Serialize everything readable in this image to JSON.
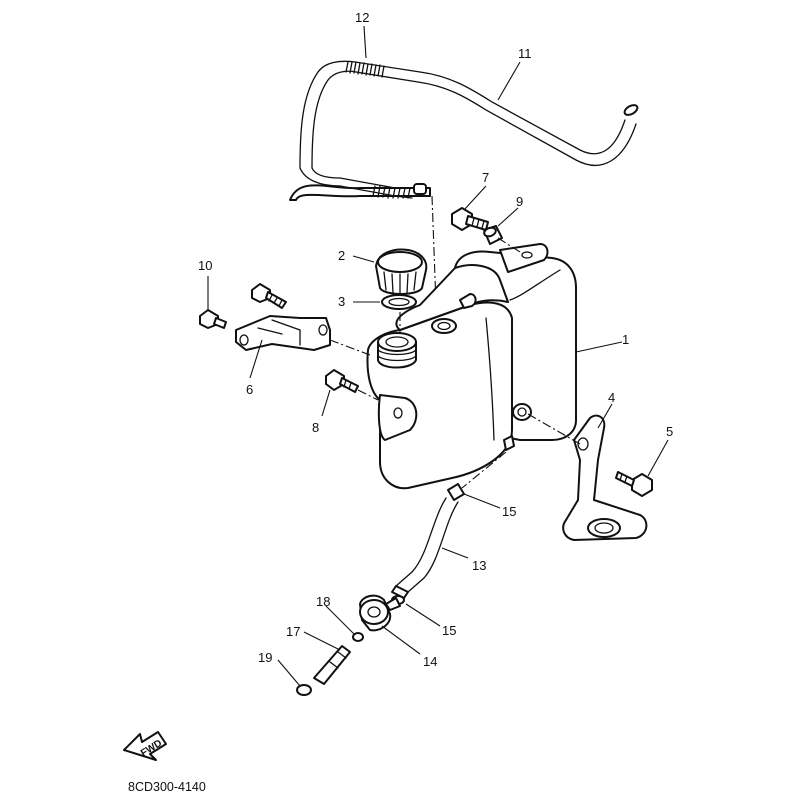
{
  "diagram": {
    "code": "8CD300-4140",
    "fwd_label": "FWD",
    "callouts": [
      {
        "id": "1",
        "label": "1"
      },
      {
        "id": "2",
        "label": "2"
      },
      {
        "id": "3",
        "label": "3"
      },
      {
        "id": "4",
        "label": "4"
      },
      {
        "id": "5",
        "label": "5"
      },
      {
        "id": "6",
        "label": "6"
      },
      {
        "id": "7",
        "label": "7"
      },
      {
        "id": "8",
        "label": "8"
      },
      {
        "id": "9",
        "label": "9"
      },
      {
        "id": "10",
        "label": "10"
      },
      {
        "id": "11",
        "label": "11"
      },
      {
        "id": "12",
        "label": "12"
      },
      {
        "id": "13",
        "label": "13"
      },
      {
        "id": "14",
        "label": "14"
      },
      {
        "id": "15a",
        "label": "15"
      },
      {
        "id": "15b",
        "label": "15"
      },
      {
        "id": "17",
        "label": "17"
      },
      {
        "id": "18",
        "label": "18"
      },
      {
        "id": "19",
        "label": "19"
      }
    ]
  }
}
